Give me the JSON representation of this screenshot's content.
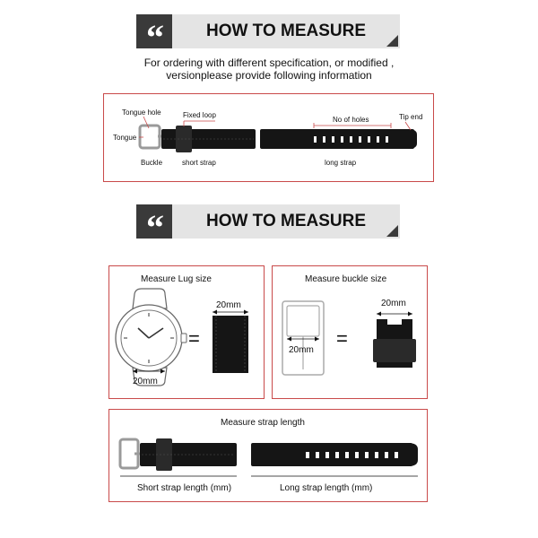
{
  "banner_top": {
    "quote": "“",
    "title": "HOW TO MEASURE"
  },
  "intro": {
    "line1": "For ordering with different specification, or modified ,",
    "line2": "versionplease provide following information"
  },
  "parts": {
    "tongue_hole": "Tongue hole",
    "fixed_loop": "Fixed loop",
    "tongue": "Tongue",
    "buckle": "Buckle",
    "short_strap": "short strap",
    "no_of_holes": "No of holes",
    "tip_end": "Tip end",
    "long_strap": "long strap"
  },
  "banner_mid": {
    "quote": "“",
    "title": "HOW TO MEASURE"
  },
  "lug": {
    "title": "Measure Lug size",
    "width_watch": "20mm",
    "width_strap": "20mm",
    "equals": "="
  },
  "buckle_size": {
    "title": "Measure buckle size",
    "width_buckle": "20mm",
    "width_strap": "20mm",
    "equals": "="
  },
  "strap_length": {
    "title": "Measure strap length",
    "short_label": "Short strap length (mm)",
    "long_label": "Long strap length (mm)"
  },
  "colors": {
    "frame": "#c94a4a",
    "strap": "#151515",
    "banner_bg": "#e4e4e4",
    "banner_dark": "#3a3a3a"
  }
}
